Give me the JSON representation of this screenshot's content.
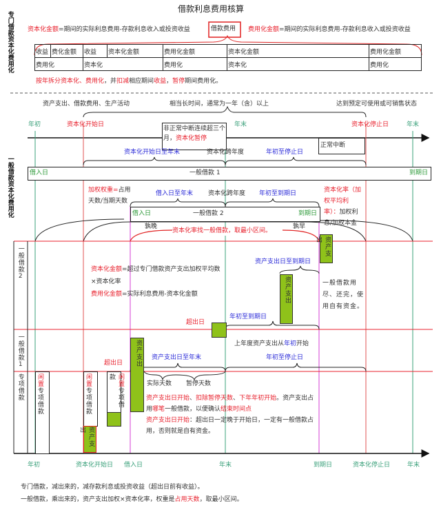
{
  "title": "借款利息费用核算",
  "side_labels": {
    "special": "专门借款资本化费用化",
    "general": "一般借款资本化费用化",
    "general2": "一般借款2",
    "general1": "一般借款1",
    "special_row": "专项借款"
  },
  "formulas": {
    "cap_key": "资本化金额",
    "cap_rest": "=期间的实际利息费用-存款利息收入或投资收益",
    "center_box": "借款费用",
    "exp_key": "费用化金额",
    "exp_rest": "=期间的实际利息费用-存款利息收入或投资收益"
  },
  "table": {
    "row1": [
      "收益",
      "费化金额",
      "收益",
      "资本化金额",
      "费用化金额",
      "资本化金额",
      "费用化金额"
    ],
    "row2": [
      "费用化",
      "资本化",
      "费用化",
      "资本化",
      "费用化"
    ]
  },
  "note_split": {
    "p1": "按年拆分资本化、费用化",
    "p2": "，并",
    "p3": "扣减",
    "p4": "相应期间",
    "p5": "收益",
    "p6": "，",
    "p7": "暂停",
    "p8": "期间费用化。"
  },
  "top_conditions": {
    "c1": "资产支出、借款费用、生产活动",
    "c2": "相当长时间，通常为一年（含）以上",
    "c3": "达到预定可使用或可销售状态"
  },
  "timeline": {
    "year_start": "年初",
    "cap_start": "资本化开始日",
    "year_end": "年末",
    "cap_stop": "资本化停止日",
    "year_end2": "年末"
  },
  "abnormal": {
    "t1": "非正常中断连续超三个月，",
    "t2": "资本化暂停"
  },
  "normal": "正常中断",
  "loan1": {
    "span1": "资本化开始日至年末",
    "mid": "资本化跨年度",
    "span2": "年初至停止日",
    "borrow": "借入日",
    "name": "一般借款 1",
    "due": "到期日"
  },
  "weight": {
    "key": "加权权重=",
    "rest": "占用天数/当期天数"
  },
  "loan2": {
    "span1": "借入日至年末",
    "mid": "资本化跨年度",
    "span2": "年初至到期日",
    "borrow": "借入日",
    "name": "一般借款 2",
    "due": "到期日"
  },
  "rate": {
    "key": "资本化率（加权平均利率）：",
    "rest": "加权利息/加权本金"
  },
  "late": "孰晚",
  "early": "孰早",
  "min_interval": "资本化率找一般借款，取最小区间。",
  "asset_out": "资产支出",
  "g2_formula": {
    "k1": "资本化金额",
    "r1": "=超过专门借款资产支出加权平均数×资本化率",
    "k2": "费用化金额",
    "r2": "=实际利息费用-资本化金额"
  },
  "asset_to_due": "资产支出日至到期日",
  "exhausted": "一般借款用尽、还完，使用自有资金。",
  "exceed_day": "超出日",
  "yearstart_to_due": "年初至到期日",
  "prev_year": {
    "p1": "上年度资产支出从",
    "p2": "年初",
    "p3": "开始"
  },
  "asset_to_yearend": "资产支出日至年末",
  "yearstart_to_stop": "年初至停止日",
  "idle": {
    "k": "闲置",
    "rest": "专项借款"
  },
  "actual_days": "实际天数",
  "pause_days": "暂停天数",
  "explain": {
    "a1": "资产支出日开始",
    "a2": "、",
    "a3": "扣除暂停天数",
    "a4": "、",
    "a5": "下年年初开始",
    "a6": "。资产支出占用",
    "a7": "哪笔",
    "a8": "一般借款，以便确认",
    "a9": "结束时间点",
    "b1": "资产支出日开始",
    "b2": "：超出日一定晚于开始日，一定有一般借款占用，否则就是自有资金。"
  },
  "bottom_axis": [
    "年初",
    "资本化开始日",
    "借入日",
    "年末",
    "到期日",
    "资本化停止日",
    "年末"
  ],
  "footer": {
    "l1": "专门借款，减出来的，减存款利息或投资收益（超出日前有收益）。",
    "l2a": "一般借款，乘出来的，资产支出加权×资本化率，权重是",
    "l2b": "占用天数",
    "l2c": "，取最小区间。"
  },
  "colors": {
    "red": "#e8222e",
    "blue": "#2b2bd8",
    "teal": "#3aa07a",
    "magenta": "#d43cd4",
    "green": "#8fc21a"
  }
}
